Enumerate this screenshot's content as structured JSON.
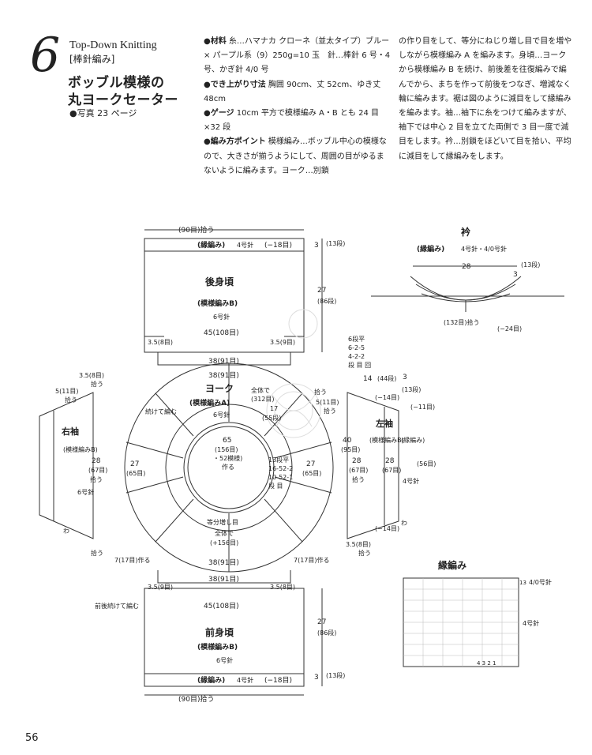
{
  "header": {
    "number": "6",
    "subtitle": "Top-Down Knitting",
    "category": "[棒針編み]",
    "title_line1": "ボッブル模様の",
    "title_line2": "丸ヨークセーター",
    "photo_ref": "●写真 23 ページ"
  },
  "instructions": {
    "materials_label": "●材料",
    "materials_text": "糸…ハマナカ クローネ（並太タイプ）ブルー × パープル系（9）250g=10 玉　針…棒針 6 号・4 号、かぎ針 4/0 号",
    "size_label": "●でき上がり寸法",
    "size_text": "胸囲 90cm、丈 52cm、ゆき丈 48cm",
    "gauge_label": "●ゲージ",
    "gauge_text": "10cm 平方で模様編み A・B とも 24 目×32 段",
    "points_label": "●編み方ポイント",
    "points_text": "模様編み…ボッブル中心の模様なので、大きさが揃うようにして、周囲の目がゆるまないように編みます。ヨーク…別鎖",
    "col2_text": "の作り目をして、等分にねじり増し目で目を増やしながら模様編み A を編みます。身頃…ヨークから模様編み B を続け、前後差を往復編みで編んでから、まちを作って前後をつなぎ、増減なく輪に編みます。裾は図のように減目をして縁編みを編みます。袖…袖下に糸をつけて編みますが、袖下では中心 2 目を立てた両側で 3 目一度で減目をします。衿…別鎖をほどいて目を拾い、平均に減目をして縁編みをします。"
  },
  "diagram": {
    "back_hem_pick": "(90目)拾う",
    "back_edge": "(縁編み)",
    "needle4": "4号針",
    "dec18": "(−18目)",
    "back_title": "後身頃",
    "back_pattern": "(模様編みB)",
    "needle6": "6号針",
    "w45_108": "45(108目)",
    "w38_91": "38(91目)",
    "w35_8": "3.5(8目)",
    "w35_9": "3.5(9目)",
    "h27": "27",
    "h86": "(86段)",
    "h3": "3",
    "h13": "(13段)",
    "sixrow": "6段平",
    "r625": "6-2-5",
    "r422": "4-2-2",
    "rowhdr": "段 目 回",
    "yoke_title": "ヨーク",
    "yoke_pattern": "(模様編みA)",
    "yoke_total": "全体で",
    "yoke_312": "(312目)",
    "yoke_17": "17",
    "yoke_55": "(55段)",
    "cont_knit": "続けて編む",
    "neck65": "65",
    "neck156": "(156目)",
    "neck52": "・52模様)",
    "make": "作る",
    "yoke_13": "13段平",
    "yoke_r1": "16-52-2",
    "yoke_r2": "10-52-1",
    "yoke_rh": "段 目",
    "inc_even": "等分増し目",
    "inc_total": "全体で",
    "inc_156": "(+156目)",
    "side27": "27",
    "side65": "(65目)",
    "front_title": "前身頃",
    "front_pattern": "(模様編みB)",
    "front_cont": "前後続けて編む",
    "gusset": "7(17目)作る",
    "right_sleeve": "右袖",
    "sleeve_pattern": "(模様編みB)",
    "pick": "拾う",
    "s35_8": "3.5(8目)",
    "s5_11": "5(11目)",
    "s28": "28",
    "s67": "(67目)",
    "s_pick": "拾う",
    "left_sleeve": "左袖",
    "s40": "40",
    "s95": "(95目)",
    "s14": "14",
    "s44": "(44段)",
    "s_dec14": "(−14目)",
    "s_dec11": "(−11目)",
    "s56": "(56目)",
    "s_edge": "(縁編み)",
    "mark_wa": "わ",
    "collar_title": "衿",
    "collar_edge": "(縁編み)",
    "collar_needle": "4号針・4/0号針",
    "collar_28": "28",
    "collar_132": "(132目)拾う",
    "collar_dec24": "(−24目)",
    "chart_title": "縁編み",
    "chart_needle1": "4/0号針",
    "chart_needle2": "4号針",
    "chart_13": "13",
    "chart_cols": "4 3 2 1"
  },
  "page_number": "56"
}
